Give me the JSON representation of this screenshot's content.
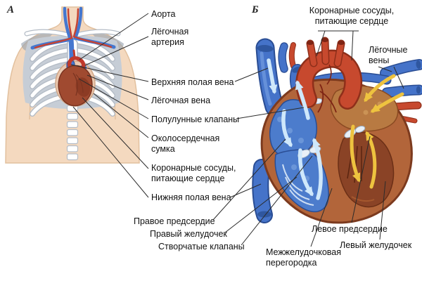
{
  "figure": {
    "panel_a": {
      "letter": "А"
    },
    "panel_b": {
      "letter": "Б"
    }
  },
  "labels": {
    "aorta": "Аорта",
    "pulmonary_artery": "Лёгочная артерия",
    "superior_vena_cava": "Верхняя полая вена",
    "pulmonary_vein": "Лёгочная вена",
    "semilunar_valves": "Полулунные клапаны",
    "pericardial_sac": "Околосердечная сумка",
    "coronary_vessels_a": "Коронарные сосуды, питающие сердце",
    "inferior_vena_cava": "Нижняя полая вена",
    "right_atrium": "Правое предсердие",
    "right_ventricle": "Правый желудочек",
    "cuspid_valves": "Створчатые клапаны",
    "interventricular_septum": "Межжелудочковая перегородка",
    "left_atrium": "Левое предсердие",
    "left_ventricle": "Левый желудочек",
    "coronary_vessels_b": "Коронарные сосуды, питающие сердце",
    "pulmonary_veins": "Лёгочные вены"
  },
  "colors": {
    "artery_red": "#c7492e",
    "vein_blue": "#4573c9",
    "heart_wall_brown": "#b2653a",
    "oxygenated_flow_arrow": "#eec33f",
    "deoxygenated_flow_arrow": "#cfe8fb",
    "skin": "#f4d9bf",
    "bone_white": "#ffffff",
    "leader_line": "#2b2b2b"
  }
}
